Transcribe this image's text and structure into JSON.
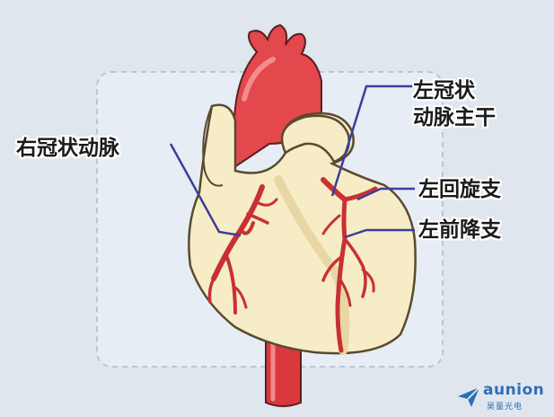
{
  "labels": {
    "right_coronary": "右冠状动脉",
    "left_main_line1": "左冠状",
    "left_main_line2": "动脉主干",
    "left_circumflex": "左回旋支",
    "left_anterior_descending": "左前降支"
  },
  "logo": {
    "name": "aunion",
    "subtitle": "昊量光电"
  },
  "colors": {
    "background": "#dfe6ee",
    "heart_fill": "#f6ecc6",
    "heart_outline": "#5a4a30",
    "artery_red": "#d9383c",
    "aorta_red": "#e2484c",
    "leader_line": "#3b3f9a",
    "brand_blue": "#2e6fb5"
  }
}
